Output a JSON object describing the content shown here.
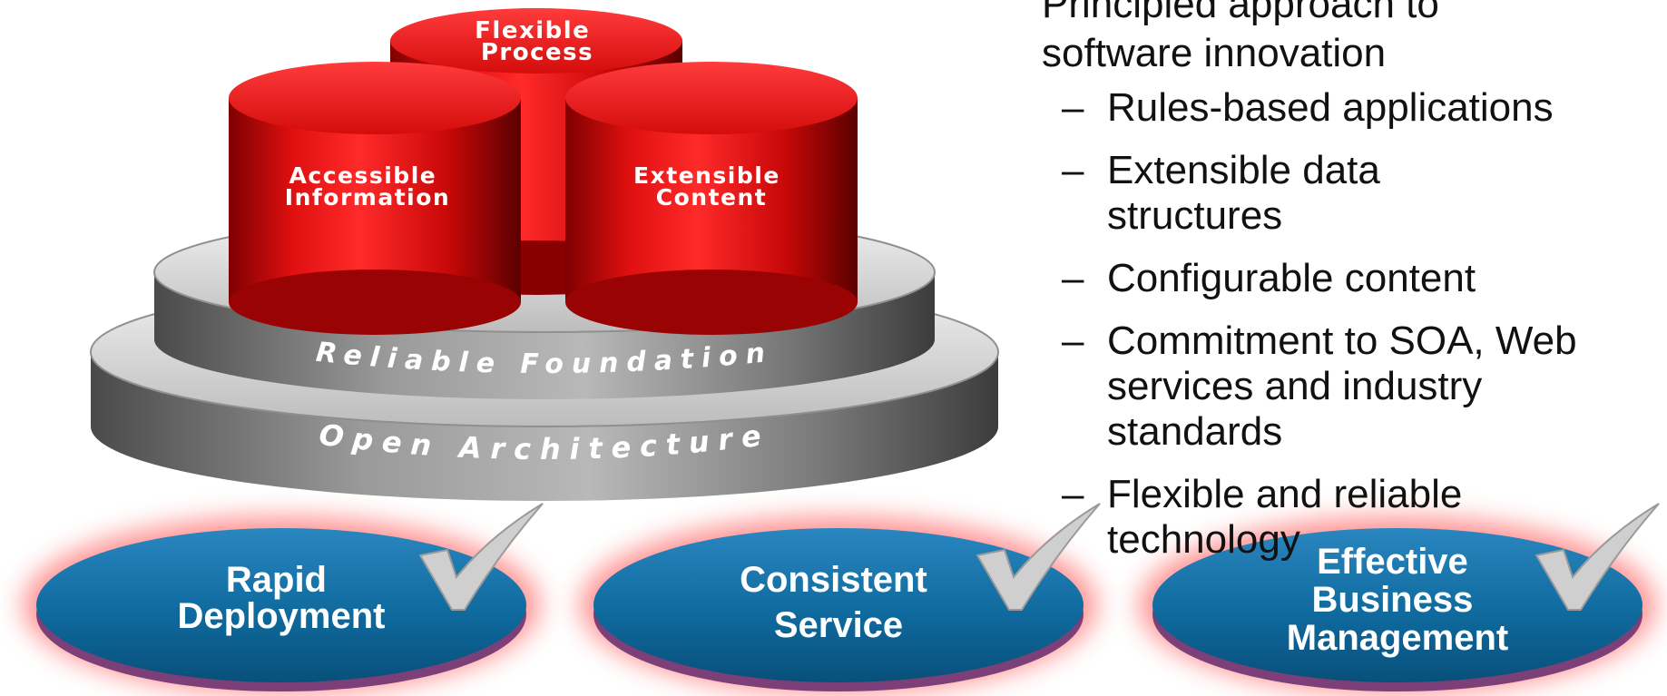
{
  "pillars": {
    "top": "Flexible\nProcess",
    "left": "Accessible\nInformation",
    "right": "Extensible\nContent"
  },
  "tiers": {
    "upper": "Reliable Foundation",
    "lower": "Open Architecture"
  },
  "bullets": {
    "intro_lines": [
      "Principled approach to",
      "software innovation"
    ],
    "dash": "–",
    "items": [
      "Rules-based applications",
      "Extensible data structures",
      "Configurable content",
      "Commitment to SOA, Web services and industry standards",
      "Flexible and reliable technology"
    ]
  },
  "benefits": [
    {
      "label": "Rapid\nDeployment"
    },
    {
      "label": "Consistent\nService"
    },
    {
      "label": "Effective\nBusiness\nManagement"
    }
  ],
  "colors": {
    "pillar_red": "#e01010",
    "platform_gray": "#8a8a8a",
    "benefit_blue": "#0f6a9e",
    "glow_red": "#ff5a5a",
    "check_gray": "#cfcfcf"
  }
}
